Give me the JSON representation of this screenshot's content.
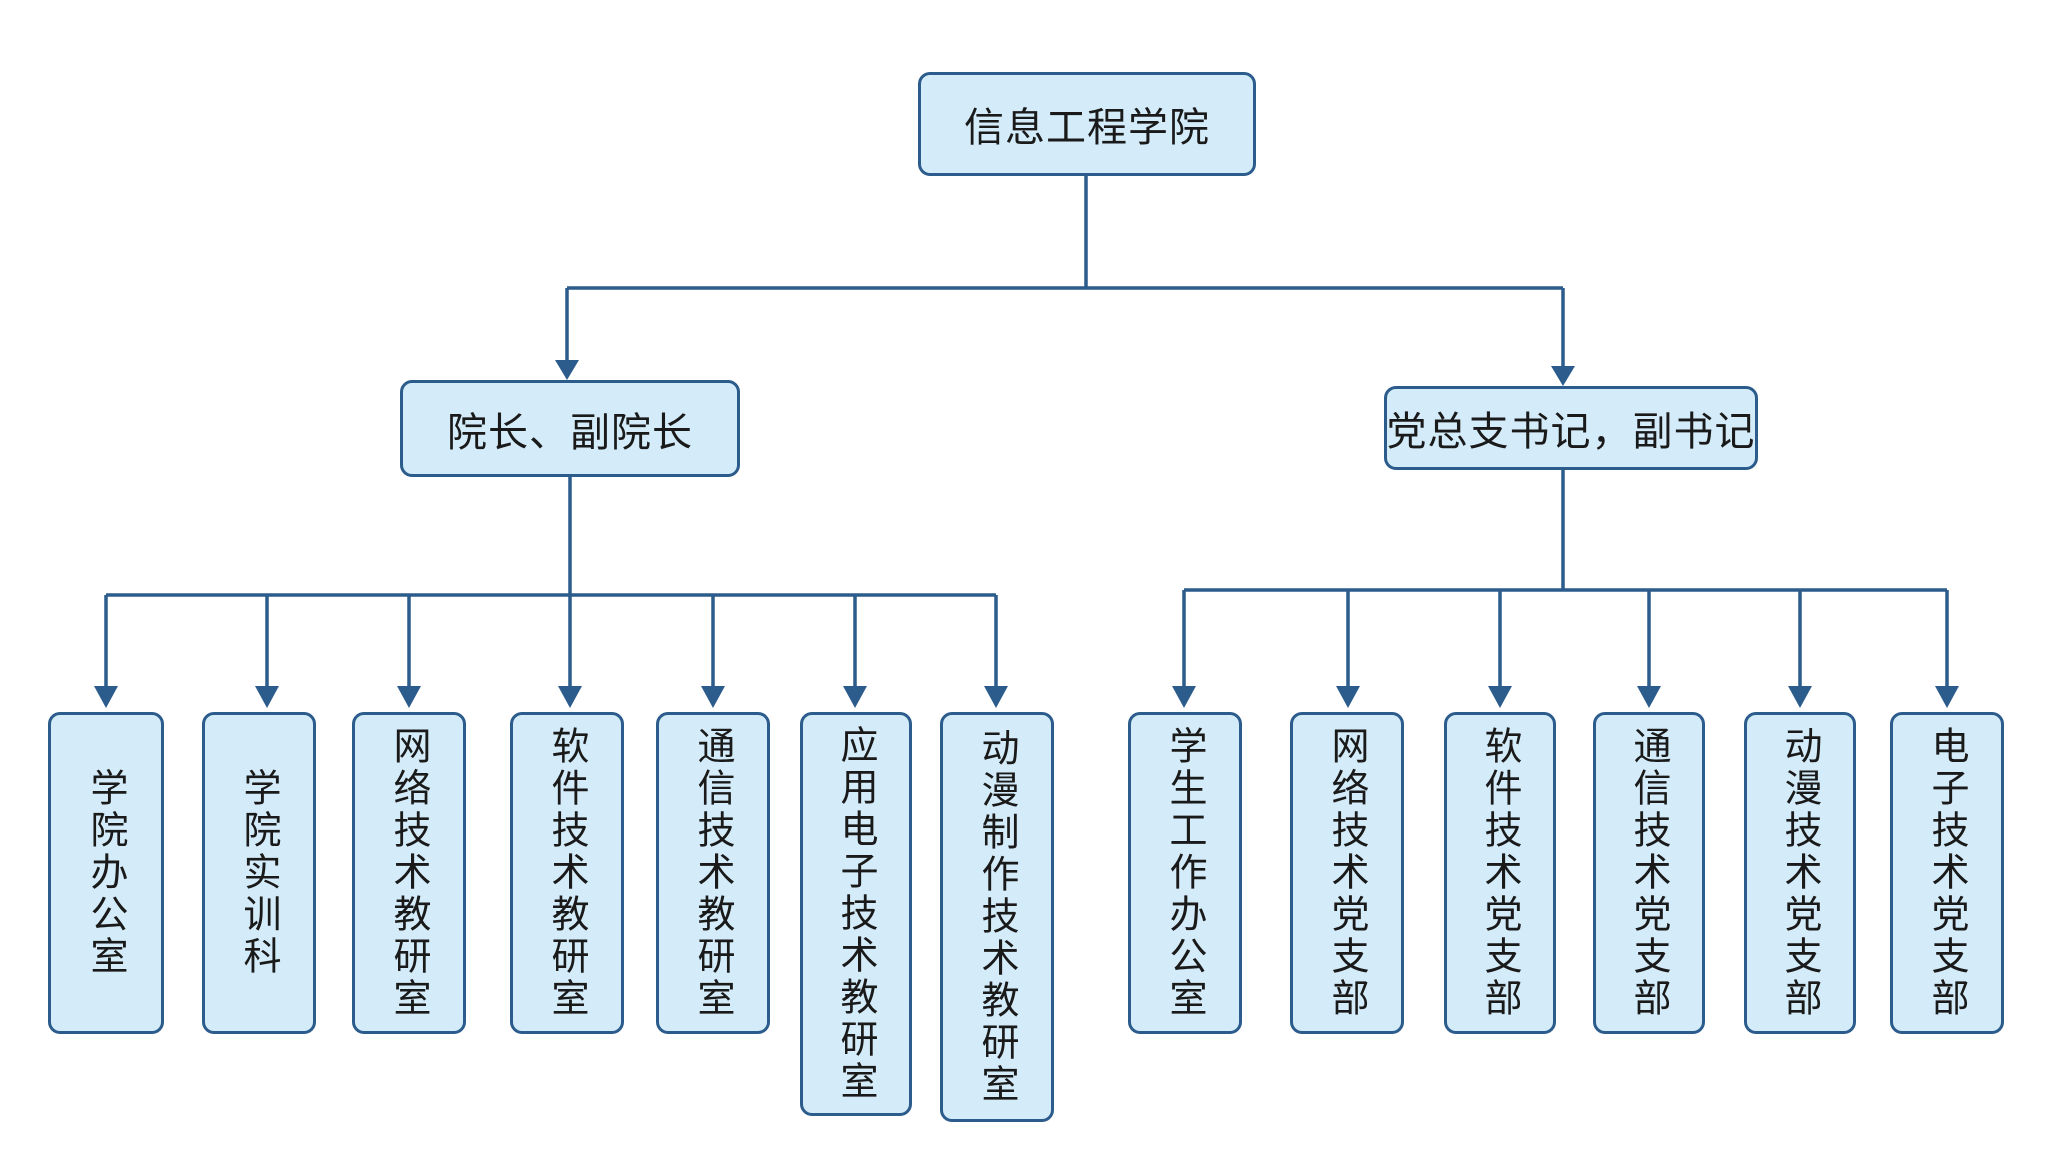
{
  "root": {
    "label": "信息工程学院"
  },
  "branches": [
    {
      "label": "院长、副院长",
      "children": [
        "学院办公室",
        "学院实训科",
        "网络技术教研室",
        "软件技术教研室",
        "通信技术教研室",
        "应用电子技术教研室",
        "动漫制作技术教研室"
      ]
    },
    {
      "label": "党总支书记，副书记",
      "children": [
        "学生工作办公室",
        "网络技术党支部",
        "软件技术党支部",
        "通信技术党支部",
        "动漫技术党支部",
        "电子技术党支部"
      ]
    }
  ],
  "colors": {
    "node_fill": "#d4ecf9",
    "node_border": "#2c5c8c",
    "connector": "#2c5c8c",
    "text": "#1a1a1a"
  }
}
